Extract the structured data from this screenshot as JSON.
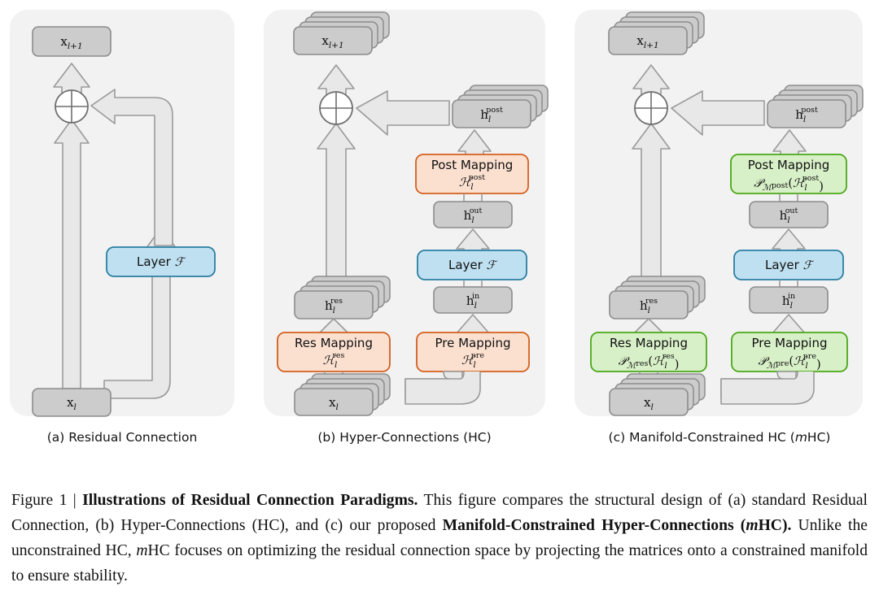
{
  "figure": {
    "number": "Figure 1",
    "separator": "|",
    "title": "Illustrations of Residual Connection Paradigms.",
    "caption_part_1": " This figure compares the structural design of (a) standard Residual Connection, (b) Hyper-Connections (HC), and (c) our proposed ",
    "caption_bold_2": "Manifold-Constrained Hyper-Connections (",
    "caption_bold_2_italic": "m",
    "caption_bold_2_tail": "HC).",
    "caption_part_3": " Unlike the unconstrained HC, ",
    "caption_italic_3": "m",
    "caption_part_4": "HC focuses on optimizing the residual connection space by projecting the matrices onto a constrained manifold to ensure stability."
  },
  "colors": {
    "panel_bg": "#f2f2f2",
    "page_bg": "#ffffff",
    "gray_fill": "#cccccc",
    "gray_stroke": "#8c8c8c",
    "arrow_fill": "#e8e8e8",
    "arrow_stroke": "#9a9a9a",
    "blue_fill": "#bfe0f0",
    "blue_stroke": "#2a7ea3",
    "orange_fill": "#fbe0d0",
    "orange_stroke": "#d4601f",
    "green_fill": "#d8f0c8",
    "green_stroke": "#4ba818",
    "text": "#111111"
  },
  "panels": [
    {
      "id": "a",
      "caption": "(a) Residual Connection",
      "nodes": {
        "top": {
          "base": "x",
          "sub": "l+1",
          "sup": "",
          "stacked": false,
          "kind": "gray"
        },
        "bottom": {
          "base": "x",
          "sub": "l",
          "sup": "",
          "stacked": false,
          "kind": "gray"
        },
        "layer": {
          "label": "Layer",
          "symbol": "ℱ",
          "kind": "blue"
        },
        "adder": {
          "symbol": "⊕"
        }
      }
    },
    {
      "id": "b",
      "caption": "(b) Hyper-Connections (HC)",
      "nodes": {
        "top": {
          "base": "x",
          "sub": "l+1",
          "sup": "",
          "stacked": true,
          "kind": "gray"
        },
        "bottom": {
          "base": "x",
          "sub": "l",
          "sup": "",
          "stacked": true,
          "kind": "gray"
        },
        "h_res": {
          "base": "h",
          "sub": "l",
          "sup": "res",
          "stacked": true,
          "kind": "gray"
        },
        "h_in": {
          "base": "h",
          "sub": "l",
          "sup": "in",
          "stacked": false,
          "kind": "gray"
        },
        "h_out": {
          "base": "h",
          "sub": "l",
          "sup": "out",
          "stacked": false,
          "kind": "gray"
        },
        "h_post": {
          "base": "h",
          "sub": "l",
          "sup": "post",
          "stacked": true,
          "kind": "gray"
        },
        "layer": {
          "label": "Layer",
          "symbol": "ℱ",
          "kind": "blue"
        },
        "res_mapping": {
          "label": "Res Mapping",
          "math_base": "ℋ",
          "math_sub": "l",
          "math_sup": "res",
          "projected": false,
          "kind": "orange"
        },
        "pre_mapping": {
          "label": "Pre Mapping",
          "math_base": "ℋ",
          "math_sub": "l",
          "math_sup": "pre",
          "projected": false,
          "kind": "orange"
        },
        "post_mapping": {
          "label": "Post Mapping",
          "math_base": "ℋ",
          "math_sub": "l",
          "math_sup": "post",
          "projected": false,
          "kind": "orange"
        },
        "adder": {
          "symbol": "⊕"
        }
      }
    },
    {
      "id": "c",
      "caption": "(c) Manifold-Constrained HC (mHC)",
      "nodes": {
        "top": {
          "base": "x",
          "sub": "l+1",
          "sup": "",
          "stacked": true,
          "kind": "gray"
        },
        "bottom": {
          "base": "x",
          "sub": "l",
          "sup": "",
          "stacked": true,
          "kind": "gray"
        },
        "h_res": {
          "base": "h",
          "sub": "l",
          "sup": "res",
          "stacked": true,
          "kind": "gray"
        },
        "h_in": {
          "base": "h",
          "sub": "l",
          "sup": "in",
          "stacked": false,
          "kind": "gray"
        },
        "h_out": {
          "base": "h",
          "sub": "l",
          "sup": "out",
          "stacked": false,
          "kind": "gray"
        },
        "h_post": {
          "base": "h",
          "sub": "l",
          "sup": "post",
          "stacked": true,
          "kind": "gray"
        },
        "layer": {
          "label": "Layer",
          "symbol": "ℱ",
          "kind": "blue"
        },
        "res_mapping": {
          "label": "Res Mapping",
          "proj_base": "𝒫",
          "proj_sub": "ℳ",
          "proj_sub_sup": "res",
          "math_base": "ℋ",
          "math_sub": "l",
          "math_sup": "res",
          "projected": true,
          "kind": "green"
        },
        "pre_mapping": {
          "label": "Pre Mapping",
          "proj_base": "𝒫",
          "proj_sub": "ℳ",
          "proj_sub_sup": "pre",
          "math_base": "ℋ",
          "math_sub": "l",
          "math_sup": "pre",
          "projected": true,
          "kind": "green"
        },
        "post_mapping": {
          "label": "Post Mapping",
          "proj_base": "𝒫",
          "proj_sub": "ℳ",
          "proj_sub_sup": "post",
          "math_base": "ℋ",
          "math_sub": "l",
          "math_sup": "post",
          "projected": true,
          "kind": "green"
        },
        "adder": {
          "symbol": "⊕"
        }
      }
    }
  ]
}
